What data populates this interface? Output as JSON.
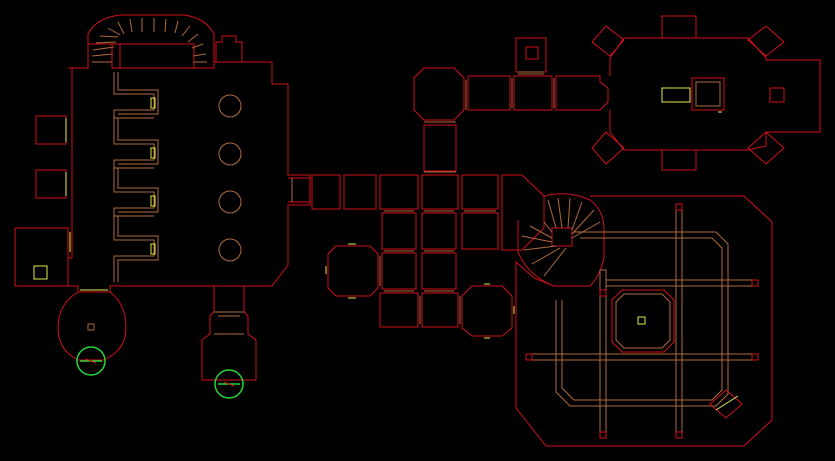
{
  "screen": "automap",
  "colors": {
    "background": "#000000",
    "wall": "#d0101a",
    "step": "#b06a3c",
    "item": "#e8e84a",
    "player": "#26d93a"
  },
  "legend_icons": [
    "wall-line",
    "floor-step-line",
    "item-marker",
    "player-marker"
  ]
}
